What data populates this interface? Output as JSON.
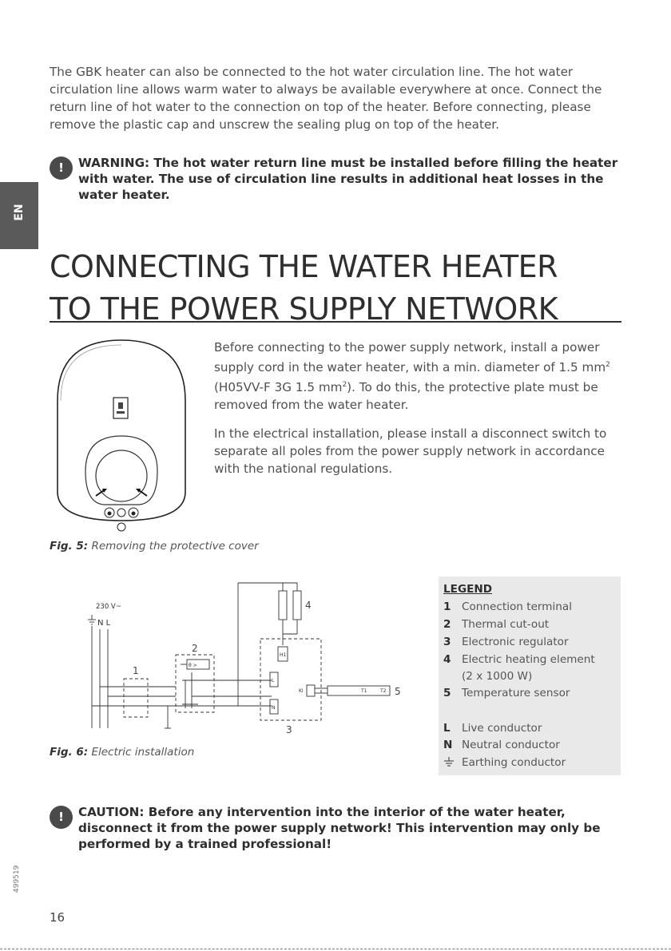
{
  "intro_paragraph": "The GBK heater can also be connected to the hot water circulation line. The hot water circulation line allows warm water to always be available everywhere at once. Connect the return line of hot water to the connection on top of the heater. Before connecting, please remove the plastic cap and unscrew the sealing plug on top of the heater.",
  "warning": {
    "icon": "exclamation-warning-icon",
    "text": "WARNING: The hot water return line must be installed before filling the heater with water. The use of circulation line results in additional heat losses in the water heater."
  },
  "side_tab": "EN",
  "heading": {
    "line1": "CONNECTING THE WATER HEATER",
    "line2": "TO THE POWER SUPPLY NETWORK"
  },
  "power_paragraph": {
    "part1": "Before connecting to the power supply network, install a power supply cord in the water heater, with a min. diameter of 1.5 mm",
    "sup1": "2",
    "part2": " (H05VV-F 3G 1.5 mm",
    "sup2": "2",
    "part3": "). To do this, the protective plate must be removed from the water heater."
  },
  "switch_paragraph": "In the electrical installation, please install a disconnect switch to separate all poles from the power supply network in accordance with the national regulations.",
  "fig5": {
    "label": "Fig. 5:",
    "text": "Removing the protective cover"
  },
  "fig6": {
    "label": "Fig. 6:",
    "text": "Electric installation"
  },
  "diagram": {
    "voltage": "230 V~",
    "nl": "N L",
    "n1": "1",
    "n2": "2",
    "n3": "3",
    "n4": "4",
    "n5": "5",
    "h1": "H1",
    "l": "L",
    "n": "N",
    "ki": "KI",
    "t1": "T1",
    "t2": "T2",
    "thermo": "θ >"
  },
  "legend": {
    "title": "LEGEND",
    "items": [
      {
        "key": "1",
        "value": "Connection terminal"
      },
      {
        "key": "2",
        "value": "Thermal cut-out"
      },
      {
        "key": "3",
        "value": "Electronic regulator"
      },
      {
        "key": "4",
        "value": "Electric heating element"
      },
      {
        "key": "",
        "value": "(2 x 1000 W)"
      },
      {
        "key": "5",
        "value": "Temperature sensor"
      },
      {
        "key": "L",
        "value": "Live conductor"
      },
      {
        "key": "N",
        "value": "Neutral conductor"
      },
      {
        "key": "",
        "value": "Earthing conductor"
      }
    ]
  },
  "caution": {
    "icon": "exclamation-caution-icon",
    "text": "CAUTION: Before any intervention into the interior of the water heater, disconnect it from the power supply network! This intervention may only be performed by a trained professional!"
  },
  "page_number": "16",
  "doc_code": "499519"
}
